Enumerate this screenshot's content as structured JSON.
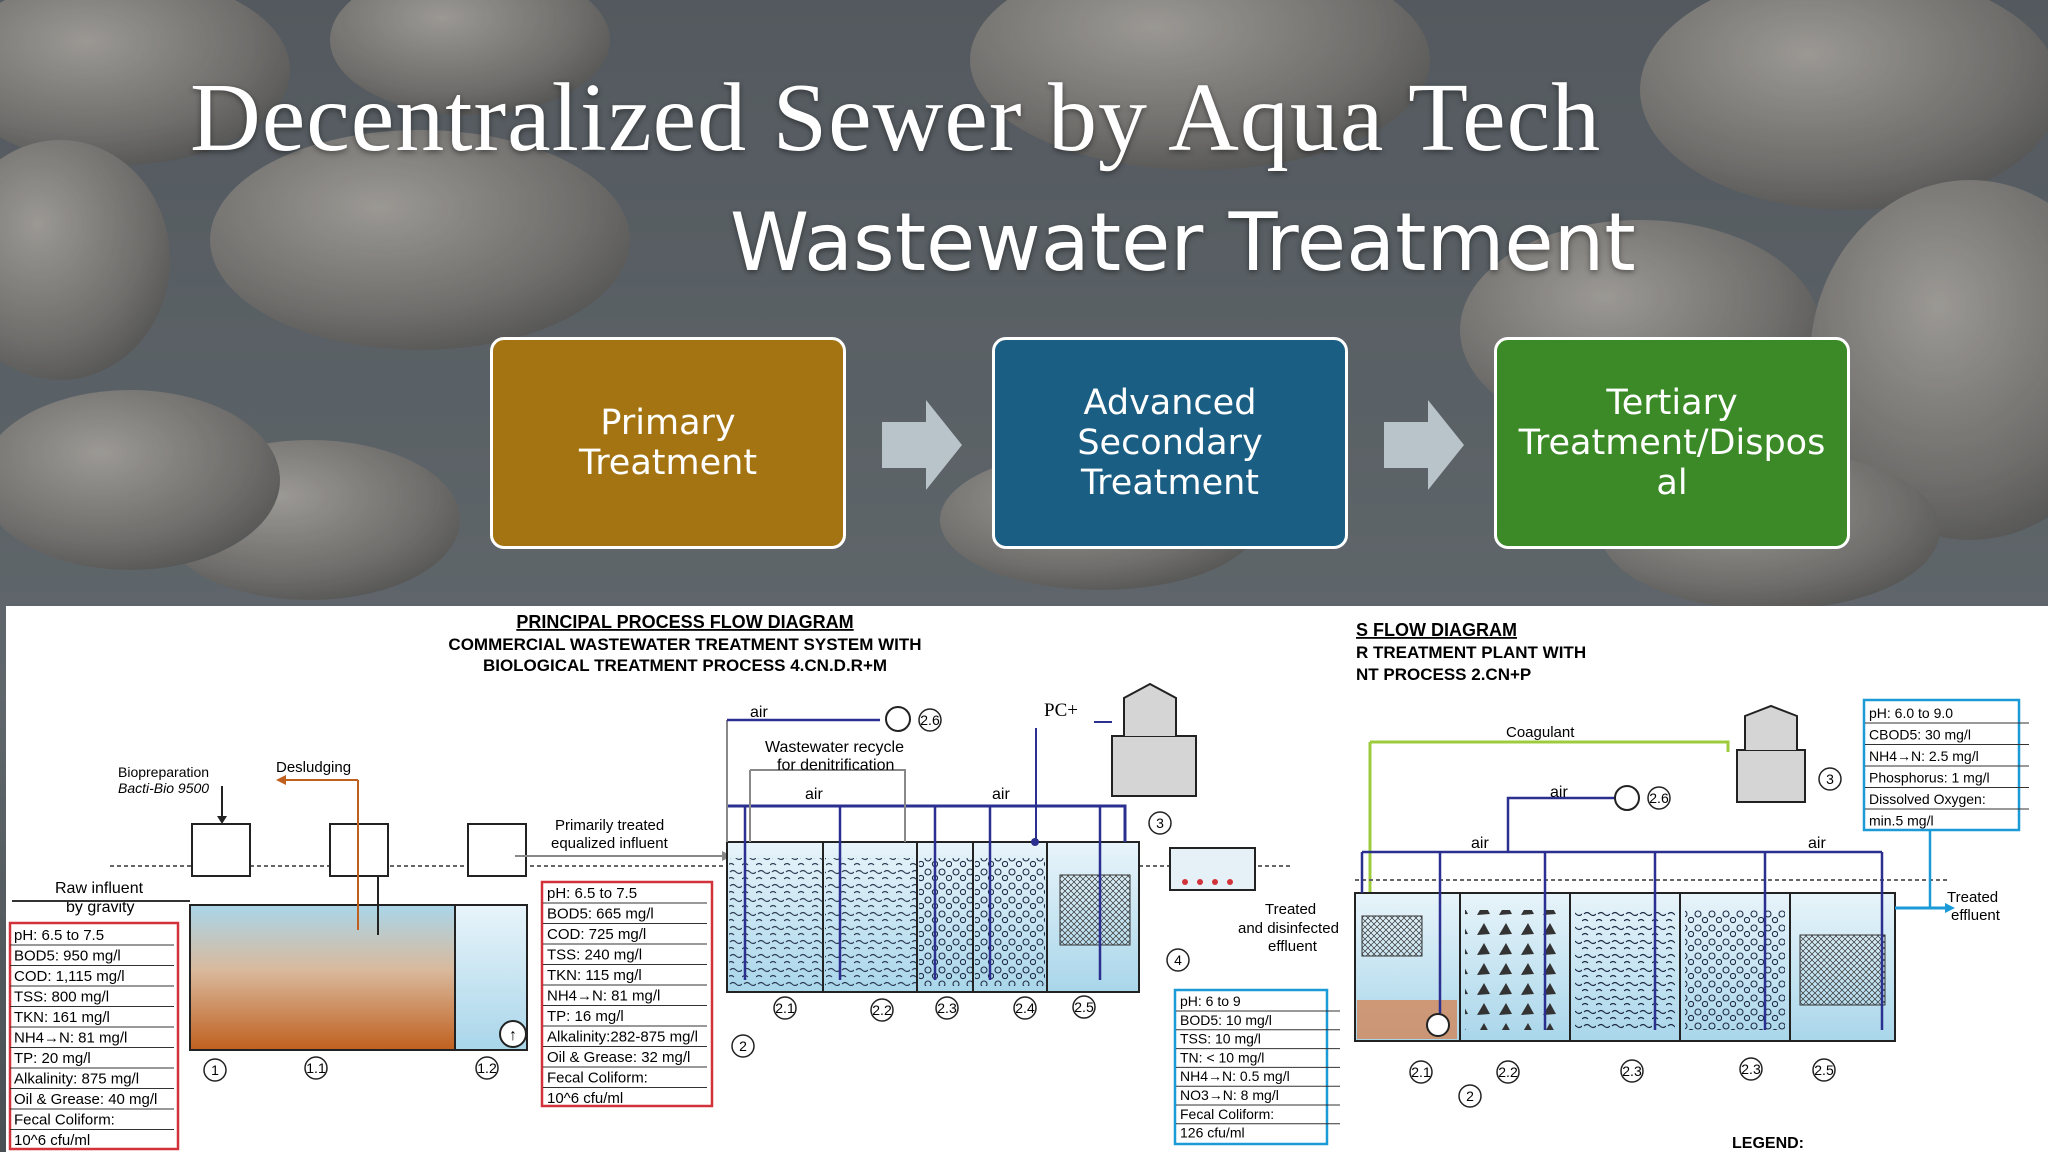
{
  "slide": {
    "title": "Decentralized Sewer by Aqua Tech",
    "subtitle": "Wastewater Treatment"
  },
  "steps": [
    {
      "label": "Primary\nTreatment",
      "color": "#a47413"
    },
    {
      "label": "Advanced\nSecondary\nTreatment",
      "color": "#1b5e83"
    },
    {
      "label": "Tertiary\nTreatment/Dispos\nal",
      "color": "#3b8a27"
    }
  ],
  "left_diagram": {
    "heading1": "PRINCIPAL PROCESS FLOW DIAGRAM",
    "heading2": "COMMERCIAL WASTEWATER TREATMENT SYSTEM WITH",
    "heading3": "BIOLOGICAL TREATMENT PROCESS 4.CN.D.R+M",
    "biopreparation": "Biopreparation",
    "bacti": "Bacti-Bio 9500",
    "desludging": "Desludging",
    "raw_influent": "Raw influent",
    "by_gravity": "by gravity",
    "primarily_treated": "Primarily treated",
    "equalized_influent": "equalized influent",
    "air1": "air",
    "air2": "air",
    "air3": "air",
    "recycle1": "Wastewater recycle",
    "recycle2": "for denitrification",
    "pc": "PC+",
    "treated1": "Treated",
    "treated2": "and disinfected",
    "treated3": "effluent",
    "nums": [
      "1",
      "1.1",
      "1.2",
      "2",
      "2.1",
      "2.2",
      "2.3",
      "2.4",
      "2.5",
      "2.6",
      "3",
      "4"
    ],
    "raw_params": [
      "pH:  6.5 to 7.5",
      "BOD5:  950 mg/l",
      "COD:  1,115 mg/l",
      "TSS:   800 mg/l",
      "TKN:  161 mg/l",
      "NH4→N:  81 mg/l",
      "TP:  20 mg/l",
      "Alkalinity: 875 mg/l",
      "Oil & Grease: 40 mg/l",
      "Fecal Coliform:",
      "10^6 cfu/ml"
    ],
    "primary_params": [
      "pH:  6.5 to 7.5",
      "BOD5:  665 mg/l",
      "COD:  725 mg/l",
      "TSS:   240 mg/l",
      "TKN:  115 mg/l",
      "NH4→N:  81 mg/l",
      "TP:  16 mg/l",
      "Alkalinity:282-875 mg/l",
      "Oil & Grease: 32 mg/l",
      "Fecal Coliform:",
      "10^6 cfu/ml"
    ],
    "effluent_params": [
      "pH: 6 to 9",
      "BOD5:  10 mg/l",
      "TSS:  10 mg/l",
      "TN:  < 10 mg/l",
      "NH4→N:  0.5 mg/l",
      "NO3→N:  8 mg/l",
      "Fecal Coliform:",
      "126 cfu/ml"
    ]
  },
  "right_diagram": {
    "heading1": "S FLOW DIAGRAM",
    "heading2": "R TREATMENT PLANT WITH",
    "heading3": "NT PROCESS 2.CN+P",
    "coagulant": "Coagulant",
    "air1": "air",
    "air2": "air",
    "air3": "air",
    "treated1": "Treated",
    "treated2": "effluent",
    "legend": "LEGEND:",
    "nums": [
      "2.1",
      "2.2",
      "2.3",
      "2.3",
      "2.5",
      "2",
      "2.6",
      "3"
    ],
    "params": [
      "pH:  6.0 to 9.0",
      "CBOD5:  30 mg/l",
      "NH4→N:  2.5 mg/l",
      "Phosphorus:  1 mg/l",
      "Dissolved Oxygen:",
      "min.5 mg/l"
    ]
  },
  "colors": {
    "sludge": "#c0601f",
    "water": "#a9d6ea",
    "pipe": "#2b2f8f",
    "red_box": "#d2333a",
    "blue_box": "#1a9ad6",
    "coagulant_line": "#9ccc3b"
  }
}
